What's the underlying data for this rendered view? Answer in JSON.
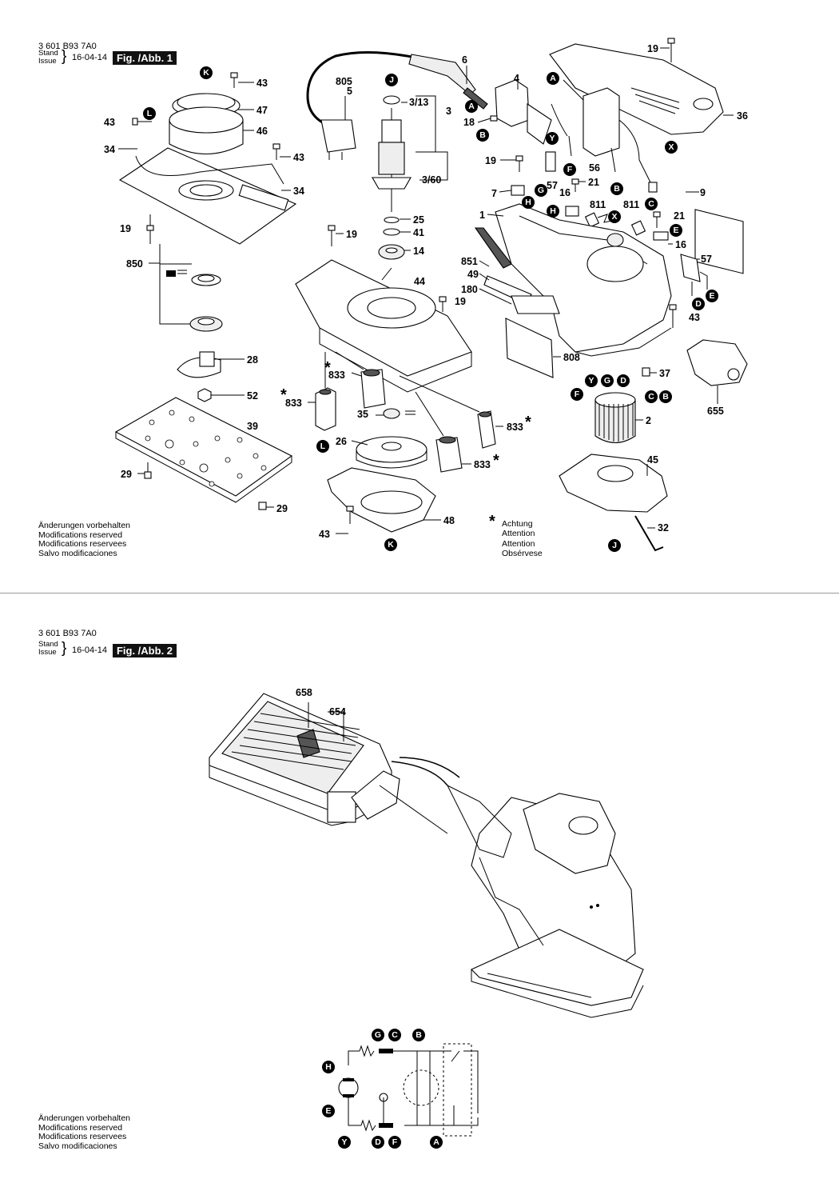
{
  "figures": [
    {
      "part_number": "3 601 B93 7A0",
      "stand": "Stand",
      "issue": "Issue",
      "date": "16-04-14",
      "fig_label": "Fig. /Abb. 1"
    },
    {
      "part_number": "3 601 B93 7A0",
      "stand": "Stand",
      "issue": "Issue",
      "date": "16-04-14",
      "fig_label": "Fig. /Abb. 2"
    }
  ],
  "notes": [
    "Änderungen vorbehalten",
    "Modifications reserved",
    "Modifications reservees",
    "Salvo modificaciones"
  ],
  "attention": {
    "symbol": "*",
    "lines": [
      "Achtung",
      "Attention",
      "Attention",
      "Obsérvese"
    ]
  },
  "fig1_parts": [
    "19",
    "36",
    "6",
    "4",
    "805",
    "5",
    "3/13",
    "3",
    "43",
    "47",
    "46",
    "43",
    "34",
    "43",
    "34",
    "18",
    "56",
    "19",
    "21",
    "57",
    "16",
    "7",
    "3/60",
    "811",
    "811",
    "9",
    "25",
    "41",
    "21",
    "1",
    "16",
    "19",
    "19",
    "14",
    "57",
    "850",
    "851",
    "49",
    "180",
    "44",
    "19",
    "43",
    "28",
    "808",
    "37",
    "52",
    "833",
    "833",
    "39",
    "35",
    "26",
    "833",
    "833",
    "2",
    "655",
    "45",
    "29",
    "29",
    "43",
    "48",
    "32"
  ],
  "fig1_letters": [
    "K",
    "J",
    "A",
    "A",
    "L",
    "B",
    "Y",
    "F",
    "G",
    "H",
    "B",
    "C",
    "X",
    "H",
    "X",
    "E",
    "D",
    "E",
    "Y",
    "G",
    "D",
    "F",
    "C",
    "B",
    "L",
    "K",
    "J"
  ],
  "fig2_parts": [
    "658",
    "654"
  ],
  "fig2_letters": [
    "G",
    "C",
    "B",
    "H",
    "E",
    "Y",
    "D",
    "F",
    "A"
  ]
}
